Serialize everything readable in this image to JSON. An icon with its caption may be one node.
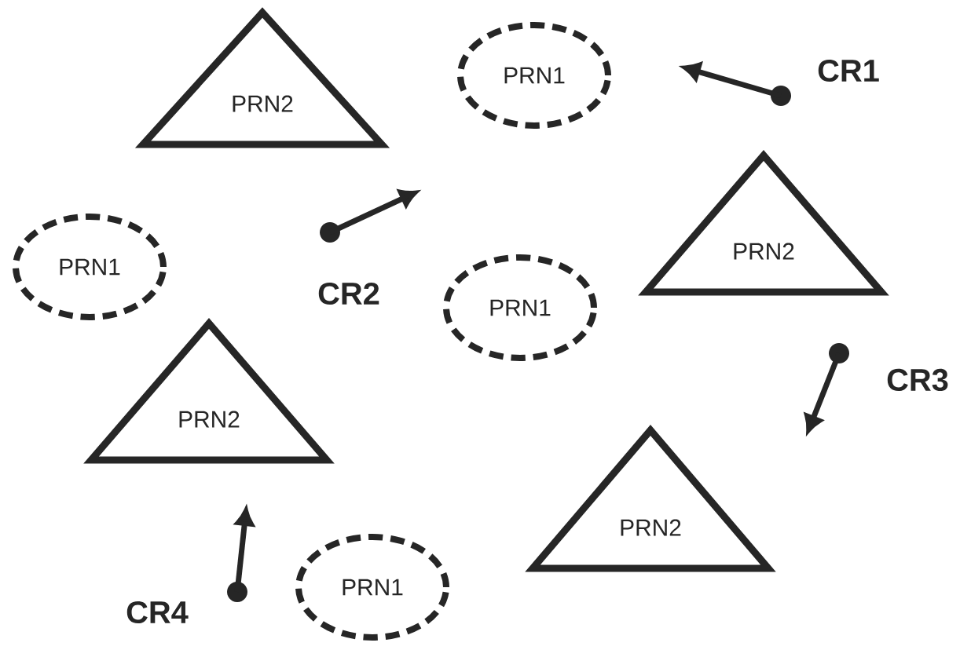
{
  "diagram": {
    "nodes": [
      {
        "text": [
          "PRN2"
        ]
      },
      {
        "text": [
          "PRN1"
        ]
      },
      {
        "text": [
          "PRN2"
        ]
      },
      {
        "text": [
          "PRN1"
        ]
      },
      {
        "text": [
          "PRN1"
        ]
      },
      {
        "text": [
          "PRN2"
        ]
      },
      {
        "text": [
          "PRN2"
        ]
      },
      {
        "text": [
          "PRN1"
        ]
      }
    ],
    "labels": [
      "CR1",
      "CR2",
      "CR3",
      "CR4"
    ]
  }
}
